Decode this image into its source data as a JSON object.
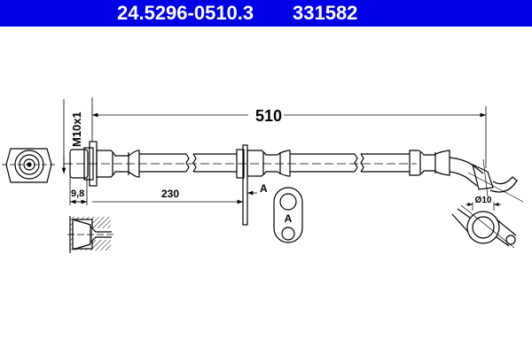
{
  "header": {
    "part_number": "24.5296-0510.3",
    "reference": "331582",
    "background_color": "#0000e6",
    "text_color": "#ffffff"
  },
  "dimensions": {
    "total_length": "510",
    "thread": "M10x1",
    "fitting_length": "9,8",
    "bracket_distance": "230",
    "banjo_diameter": "Ø10",
    "section_label": "A",
    "view_label": "A"
  }
}
